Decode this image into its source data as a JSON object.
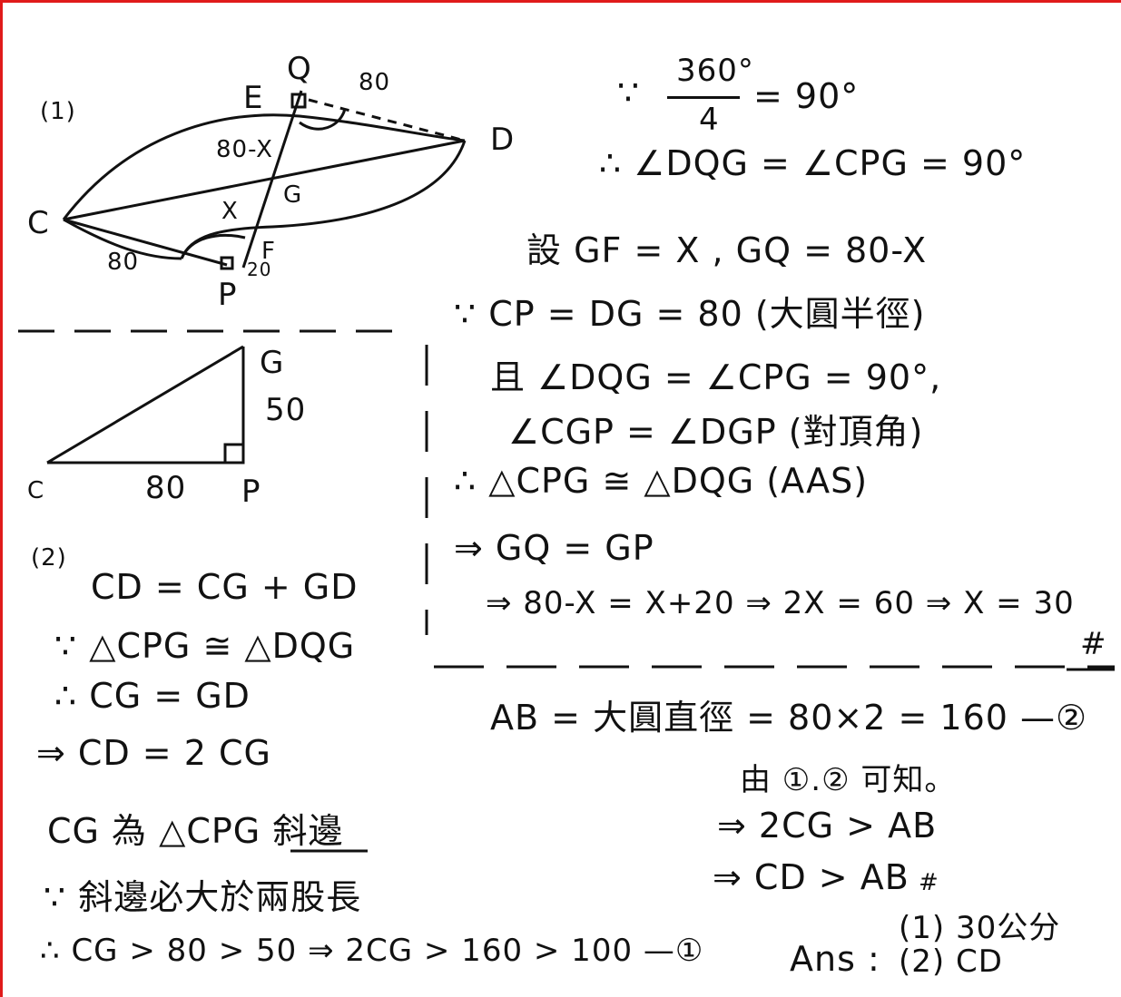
{
  "frame_color": "#e01a1a",
  "fig1": {
    "label": "(1)",
    "points": {
      "Q": "Q",
      "E": "E",
      "D": "D",
      "C": "C",
      "G": "G",
      "F": "F",
      "P": "P"
    },
    "len_dq": "80",
    "len_cp": "80",
    "seg_upper": "80-X",
    "seg_lower": "X",
    "len_fp": "20"
  },
  "fig2": {
    "G": "G",
    "C": "C",
    "P": "P",
    "len_gp": "50",
    "len_cp": "80"
  },
  "left_proof": {
    "label": "(2)",
    "line1": "CD = CG + GD",
    "line2": "∵ △CPG ≅ △DQG",
    "line3": "∴ CG = GD",
    "line4": "⇒ CD = 2 CG",
    "line5": "CG 為 △CPG 斜邊",
    "line6": "∵ 斜邊必大於兩股長",
    "line7": "∴ CG > 80 > 50 ⇒ 2CG > 160 > 100 —①"
  },
  "right_proof": {
    "frac_num": "360°",
    "frac_den": "4",
    "frac_eq": "= 90°",
    "line_a": "∴ ∠DQG = ∠CPG = 90°",
    "line_b": "設 GF = X , GQ = 80-X",
    "line_c": "∵ CP = DG = 80 (大圓半徑)",
    "line_d": "且 ∠DQG = ∠CPG = 90°,",
    "line_e": "∠CGP = ∠DGP (對頂角)",
    "line_f": "∴ △CPG ≅ △DQG (AAS)",
    "line_g": "⇒ GQ = GP",
    "line_h": "⇒ 80-X = X+20 ⇒ 2X = 60 ⇒ X = 30",
    "end_mark": "#"
  },
  "right_bottom": {
    "line_i": "AB = 大圓直徑 = 80×2 = 160 —②",
    "line_j": "由 ①.② 可知。",
    "line_k": "⇒ 2CG > AB",
    "line_l": "⇒ CD > AB",
    "end_mark": "#",
    "ans_label": "Ans :",
    "ans1": "(1) 30公分",
    "ans2": "(2) CD"
  }
}
